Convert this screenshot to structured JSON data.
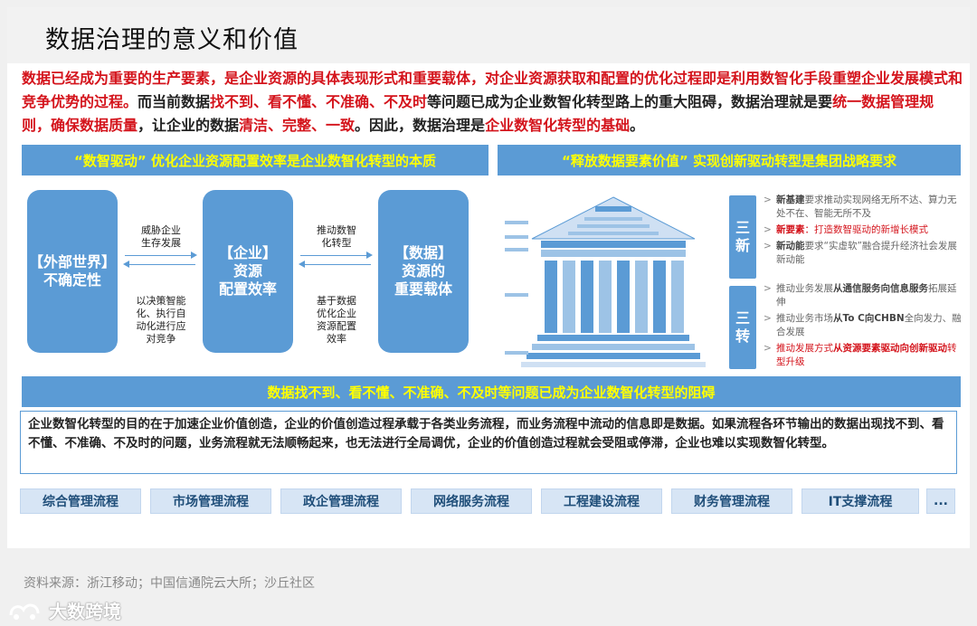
{
  "title": "数据治理的意义和价值",
  "intro": {
    "p1": "数据已经成为重要的生产要素，是企业资源的具体表现形式和重要载体，对企业资源获取和配置的优化过程即是利用数智化手段重塑企业发展模式和竞争优势的过程。",
    "p2": "而当前数据",
    "p3": "找不到、看不懂、不准确、不及时",
    "p4": "等问题已成为企业数智化转型路上的重大阻碍，数据治理就是要",
    "p5": "统一数据管理规则，确保数据质量",
    "p6": "，让企业的数据",
    "p7": "清洁、完整、一致",
    "p8": "。因此，数据治理是",
    "p9": "企业数智化转型的基础",
    "p10": "。"
  },
  "left_bar": "“数智驱动” 优化企业资源配置效率是企业数智化转型的本质",
  "right_bar": "“释放数据要素价值” 实现创新驱动转型是集团战略要求",
  "flow": {
    "box1": [
      "【外部世界】",
      "不确定性"
    ],
    "box2": [
      "【企业】",
      "资源",
      "配置效率"
    ],
    "box3": [
      "【数据】",
      "资源的",
      "重要载体"
    ],
    "t1": "威胁企业\n生存发展",
    "t2": "以决策智能\n化、执行自\n动化进行应\n对竞争",
    "t3": "推动数智\n化转型",
    "t4": "基于数据\n优化企业\n资源配置\n效率"
  },
  "san_xin": [
    "三",
    "新"
  ],
  "san_zhuan": [
    "三",
    "转"
  ],
  "xin_items": [
    {
      "b": "新基建",
      "t": "要求推动实现网络无所不达、算力无处不在、智能无所不及"
    },
    {
      "b": "新要素",
      "t": "：打造数智驱动的新增长模式"
    },
    {
      "b": "新动能",
      "t": "要求“实虚软”融合提升经济社会发展新动能"
    }
  ],
  "zhuan_items": [
    {
      "a": "推动业务发展",
      "b": "从通信服务向信息服务",
      "c": "拓展延伸"
    },
    {
      "a": "推动业务市场",
      "b": "从To C向CHBN",
      "c": "全向发力、融合发展"
    },
    {
      "a": "推动发展方式",
      "b": "从资源要素驱动向创新驱动",
      "c": "转型升级"
    }
  ],
  "mid_bar": "数据找不到、看不懂、不准确、不及时等问题已成为企业数智化转型的阻碍",
  "description": "企业数智化转型的目的在于加速企业价值创造，企业的价值创造过程承载于各类业务流程，而业务流程中流动的信息即是数据。如果流程各环节输出的数据出现找不到、看不懂、不准确、不及时的问题，业务流程就无法顺畅起来，也无法进行全局调优，企业的价值创造过程就会受阻或停滞，企业也难以实现数智化转型。",
  "processes": [
    "综合管理流程",
    "市场管理流程",
    "政企管理流程",
    "网络服务流程",
    "工程建设流程",
    "财务管理流程",
    "IT支撑流程",
    "..."
  ],
  "source": "资料来源：浙江移动；中国信通院云大所；沙丘社区",
  "watermark": "大数跨境",
  "colors": {
    "accent": "#5b9bd5",
    "highlight": "#ffff00",
    "red": "#d4141c"
  }
}
